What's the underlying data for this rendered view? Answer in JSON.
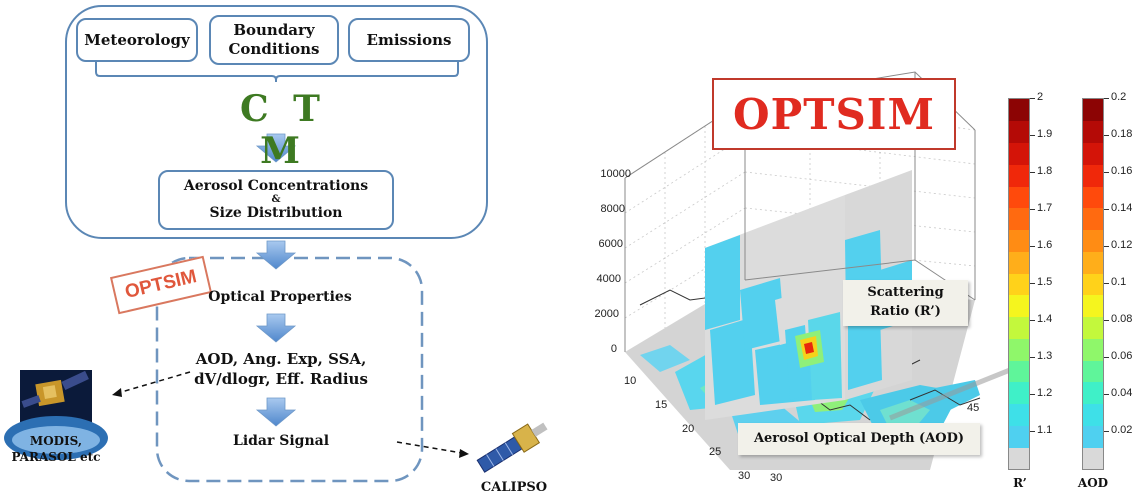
{
  "left_diagram": {
    "inputs": {
      "meteorology": "Meteorology",
      "boundary_line1": "Boundary",
      "boundary_line2": "Conditions",
      "emissions": "Emissions"
    },
    "ctm": "C T M",
    "concentrations": {
      "line1": "Aerosol Concentrations",
      "amp": "&",
      "line2": "Size Distribution"
    },
    "optsim_tag": "OPTSIM",
    "optical_properties": "Optical Properties",
    "aod_line1": "AOD, Ang. Exp,  SSA,",
    "aod_line2": "dV/dlogr, Eff. Radius",
    "lidar_signal": "Lidar Signal",
    "modis_line1": "MODIS,",
    "modis_line2": "PARASOL etc",
    "calipso": "CALIPSO"
  },
  "right_figure": {
    "optsim_title": "OPTSIM",
    "z_ticks": [
      "0",
      "2000",
      "4000",
      "6000",
      "8000",
      "10000"
    ],
    "lat_ticks": [
      "10",
      "15",
      "20",
      "25",
      "30"
    ],
    "lon_ticks": [
      "30",
      "45"
    ],
    "scattering_line1": "Scattering",
    "scattering_line2": "Ratio (R’)",
    "aod_callout": "Aerosol Optical Depth (AOD)",
    "colorbar_r": {
      "title": "R’",
      "ticks": [
        "2",
        "1.9",
        "1.8",
        "1.7",
        "1.6",
        "1.5",
        "1.4",
        "1.3",
        "1.2",
        "1.1"
      ],
      "range": [
        1.0,
        2.0
      ]
    },
    "colorbar_aod": {
      "title": "AOD",
      "ticks": [
        "0.2",
        "0.18",
        "0.16",
        "0.14",
        "0.12",
        "0.1",
        "0.08",
        "0.06",
        "0.04",
        "0.02"
      ],
      "range": [
        0.0,
        0.2
      ]
    },
    "colors": [
      "#d9d9d9",
      "#4fd0f0",
      "#3ee0e8",
      "#3ff0c8",
      "#5ff59a",
      "#8ff76a",
      "#c3f83c",
      "#f5f51e",
      "#ffd21a",
      "#ffae1a",
      "#ff8c14",
      "#ff6a10",
      "#ff4a0c",
      "#f0280a",
      "#d41408",
      "#b40a06",
      "#8c0404"
    ]
  }
}
